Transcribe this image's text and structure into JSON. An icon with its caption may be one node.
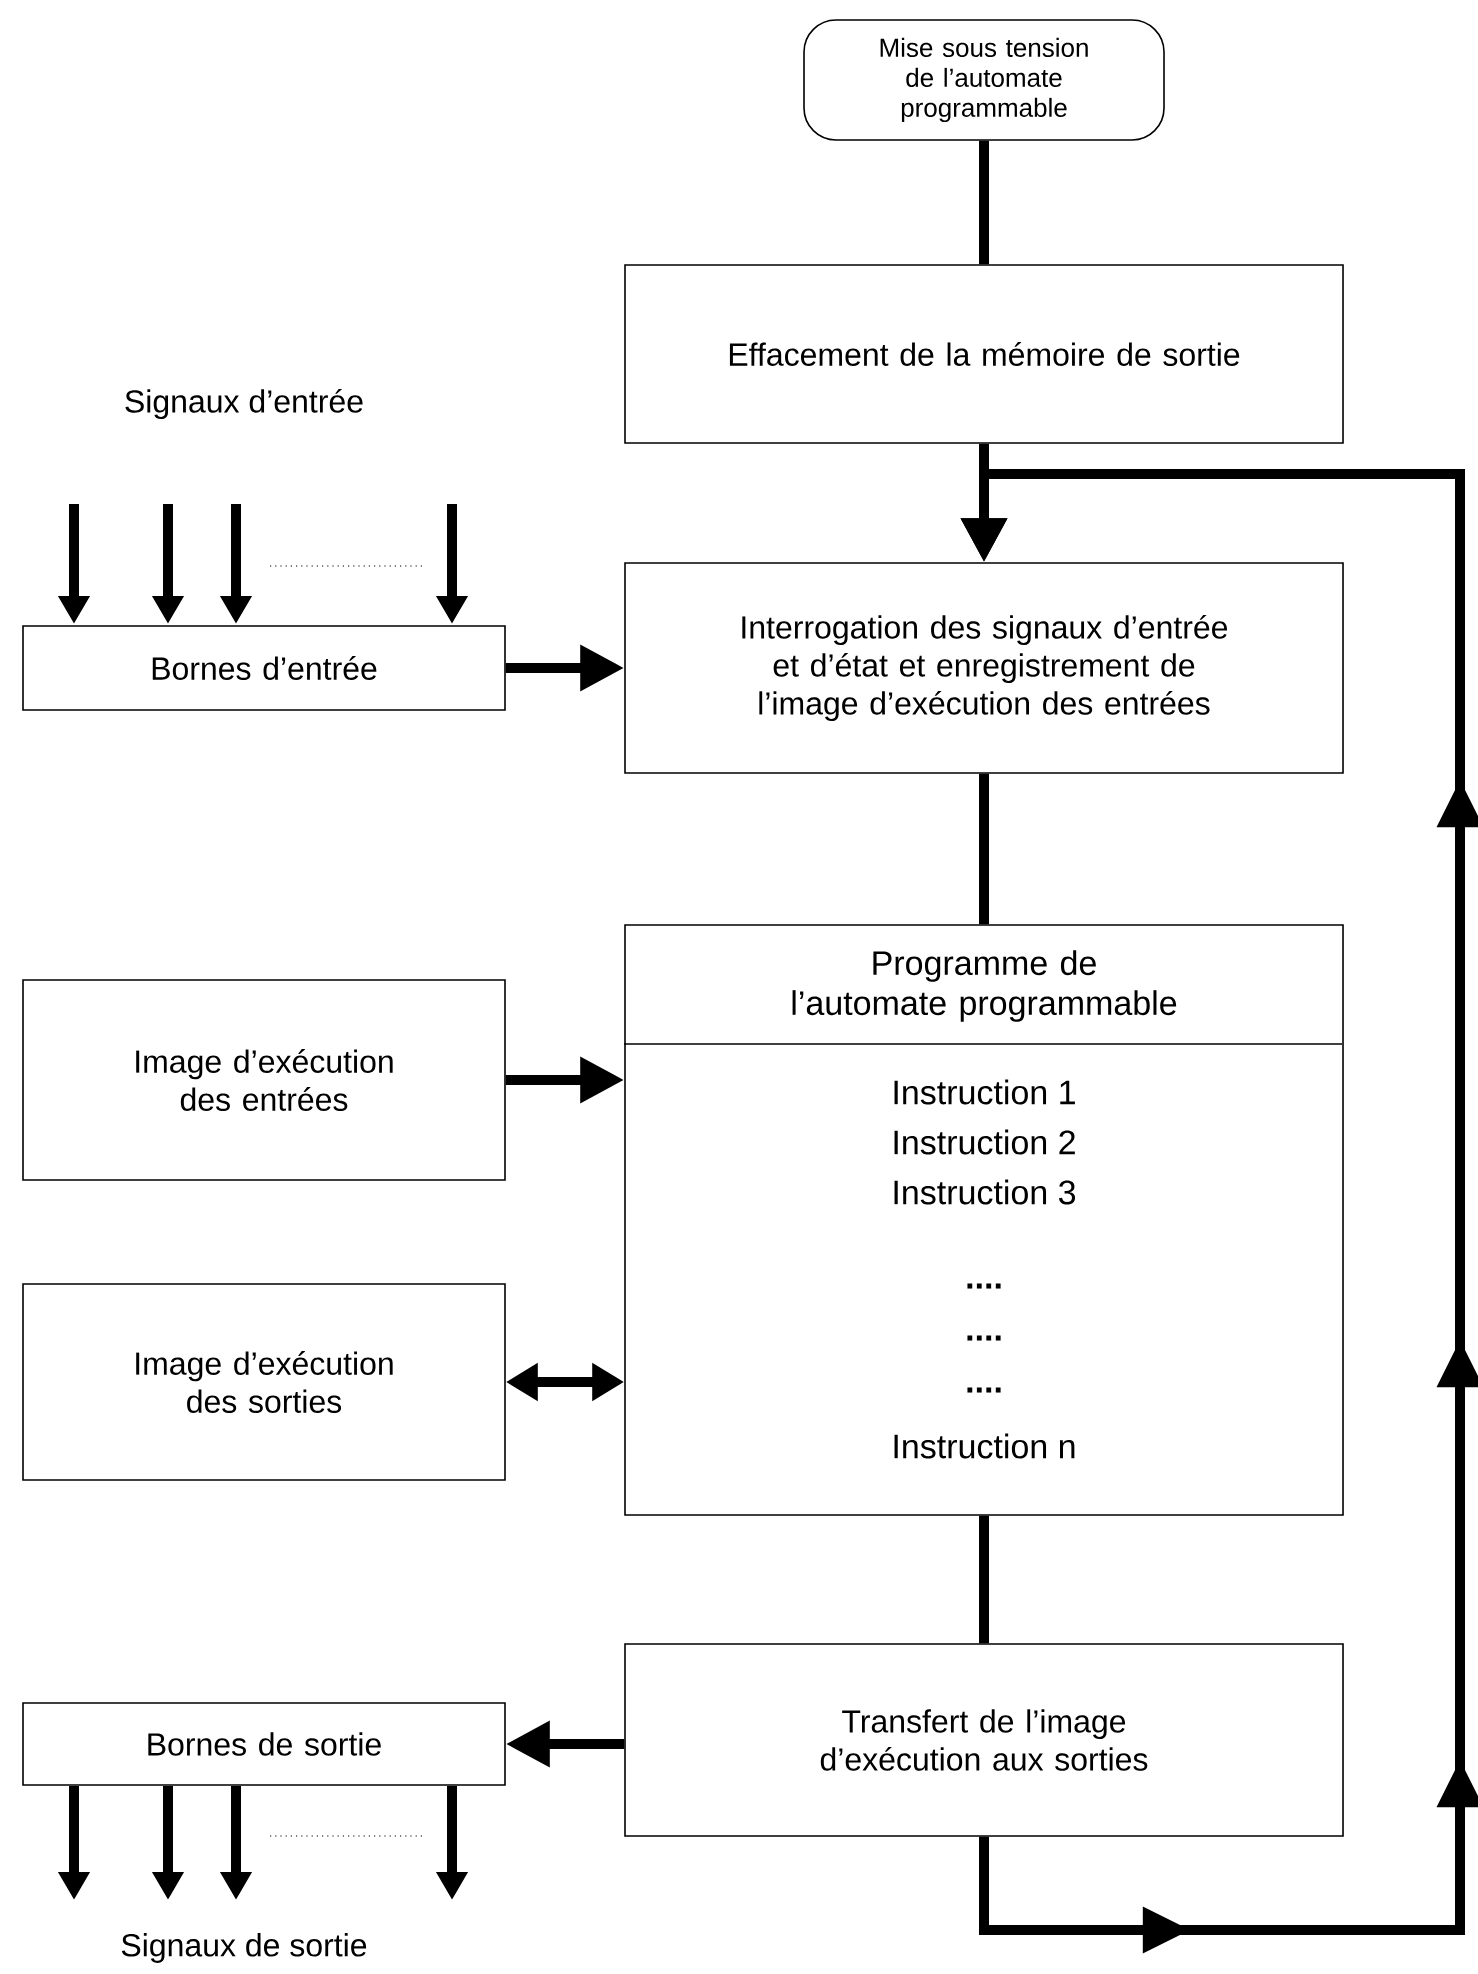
{
  "diagram": {
    "nodes": [
      {
        "text": [
          "Mise sous tension de l’automate programmable"
        ]
      },
      {
        "text": [
          "Effacement de la mémoire de sortie"
        ]
      },
      {
        "text": [
          "Interrogation des signaux d’entrée et d’état et enregistrement de l’image d’exécution des entrées"
        ]
      },
      {
        "text": [
          "Programme de l’automate programmable",
          "Instruction 1",
          "Instruction 2",
          "Instruction 3",
          "....",
          "....",
          "....",
          "Instruction n"
        ]
      },
      {
        "text": [
          "Transfert de l’image d’exécution aux sorties"
        ]
      },
      {
        "text": [
          "Bornes d’entrée"
        ]
      },
      {
        "text": [
          "Image d’exécution des entrées"
        ]
      },
      {
        "text": [
          "Image d’exécution des sorties"
        ]
      },
      {
        "text": [
          "Bornes de sortie"
        ]
      }
    ],
    "edges": [
      {
        "from": 0,
        "to": 1,
        "arrow": "none"
      },
      {
        "from": 1,
        "to": 2,
        "arrow": "to"
      },
      {
        "from": 2,
        "to": 3,
        "arrow": "none"
      },
      {
        "from": 3,
        "to": 4,
        "arrow": "none"
      },
      {
        "from": 4,
        "to": 2,
        "arrow": "to"
      },
      {
        "from": 5,
        "to": 2,
        "arrow": "to"
      },
      {
        "from": 6,
        "to": 3,
        "arrow": "to"
      },
      {
        "from": 7,
        "to": 3,
        "arrow": "both"
      },
      {
        "from": 4,
        "to": 8,
        "arrow": "to"
      },
      {
        "from": null,
        "to": 5,
        "arrow": "to"
      },
      {
        "from": null,
        "to": 5,
        "arrow": "to"
      },
      {
        "from": null,
        "to": 5,
        "arrow": "to"
      },
      {
        "from": null,
        "to": 5,
        "arrow": "to"
      },
      {
        "from": 8,
        "to": null,
        "arrow": "to"
      },
      {
        "from": 8,
        "to": null,
        "arrow": "to"
      },
      {
        "from": 8,
        "to": null,
        "arrow": "to"
      },
      {
        "from": 8,
        "to": null,
        "arrow": "to"
      }
    ],
    "labels": [
      "Signaux d’entrée",
      "Signaux de sortie"
    ]
  }
}
